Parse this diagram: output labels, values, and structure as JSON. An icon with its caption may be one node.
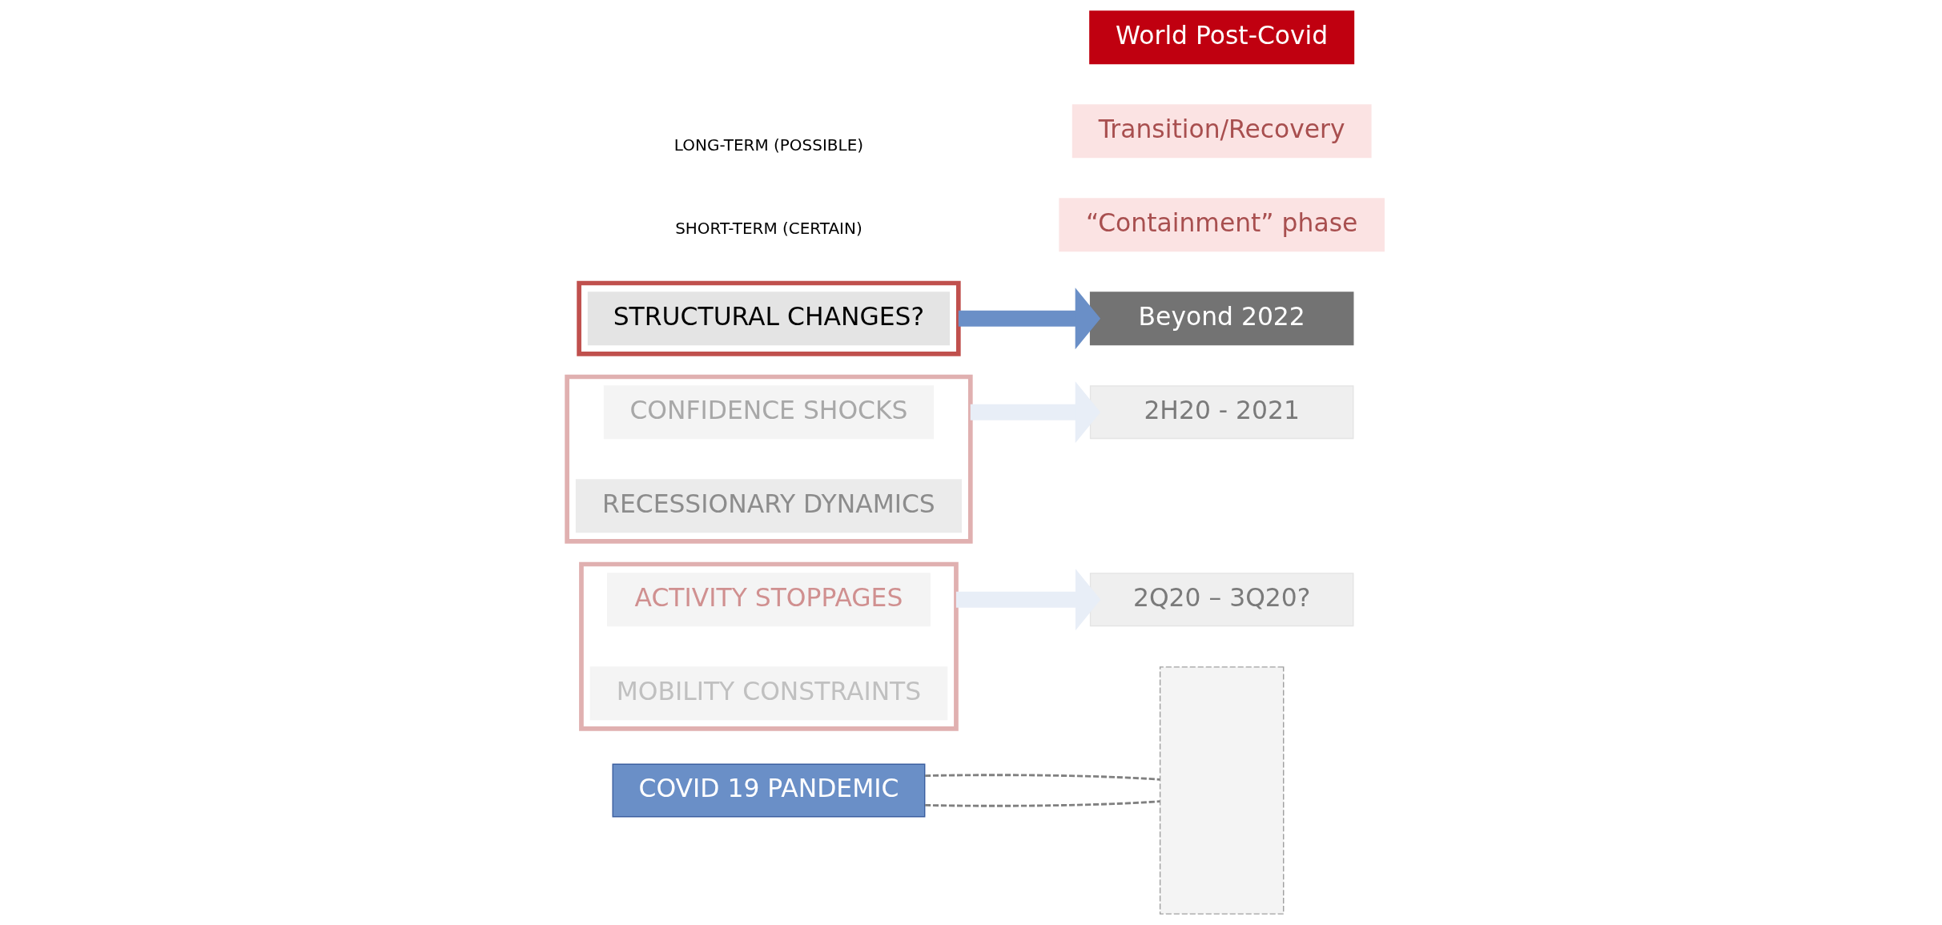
{
  "diagram": {
    "nodes": [
      {
        "text": [
          "COVID 19 PANDEMIC"
        ]
      },
      {
        "text": [],
        "shape": "box"
      },
      {
        "text": [],
        "shape": "box"
      },
      {
        "text": [
          "ACTIVITY STOPPAGES"
        ],
        "in": 2
      },
      {
        "text": [
          "MOBILITY CONSTRAINTS"
        ],
        "in": 2
      },
      {
        "text": [],
        "shape": "box"
      },
      {
        "text": [
          "CONFIDENCE SHOCKS"
        ],
        "in": 5
      },
      {
        "text": [
          "RECESSIONARY DYNAMICS"
        ],
        "in": 5
      },
      {
        "text": [],
        "shape": "box"
      },
      {
        "text": [
          "STRUCTURAL CHANGES?"
        ],
        "in": 8
      },
      {
        "text": [
          "“Containment” phase"
        ]
      },
      {
        "text": [
          "2Q20 – 3Q20?"
        ]
      },
      {
        "text": [
          "Transition/Recovery"
        ]
      },
      {
        "text": [
          "2H20 - 2021"
        ]
      },
      {
        "text": [
          "World Post-Covid"
        ]
      },
      {
        "text": [
          "Beyond 2022"
        ]
      }
    ],
    "edges": [
      {
        "from": 0,
        "to": 1,
        "arrow": "none",
        "style": "dashed",
        "color": "#808080"
      },
      {
        "from": 0,
        "to": 1,
        "arrow": "none",
        "style": "dashed",
        "color": "#808080"
      },
      {
        "from": 2,
        "to": 11,
        "arrow": "to",
        "color": "#e8eef7"
      },
      {
        "from": 5,
        "to": 13,
        "arrow": "to",
        "color": "#e8eef7"
      },
      {
        "from": 8,
        "to": 15,
        "arrow": "to",
        "color": "#6a8fc7"
      }
    ],
    "labels": [
      "SHORT-TERM (CERTAIN)",
      "LONG-TERM (POSSIBLE)"
    ]
  }
}
